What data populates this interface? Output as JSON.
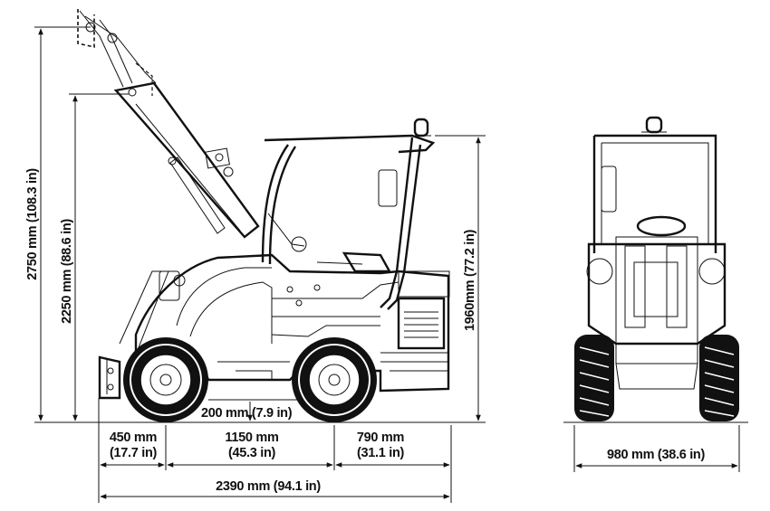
{
  "dimensions": {
    "height_boom_raised": "2750 mm (108.3 in)",
    "height_pivot": "2250 mm (88.6 in)",
    "height_cab": "1960mm (77.2 in)",
    "ground_clearance": "200 mm (7.9 in)",
    "front_overhang_mm": "450 mm",
    "front_overhang_in": "(17.7 in)",
    "wheelbase_mm": "1150 mm",
    "wheelbase_in": "(45.3 in)",
    "rear_overhang_mm": "790 mm",
    "rear_overhang_in": "(31.1 in)",
    "total_length": "2390 mm (94.1 in)",
    "width": "980 mm (38.6 in)"
  }
}
